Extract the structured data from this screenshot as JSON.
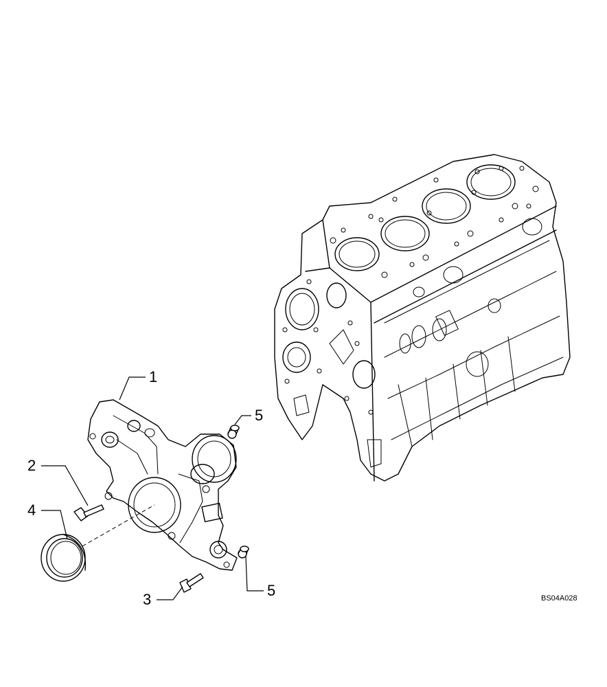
{
  "callouts": {
    "c1": "1",
    "c2": "2",
    "c3": "3",
    "c4": "4",
    "c5a": "5",
    "c5b": "5"
  },
  "reference_code": "BS04A028"
}
